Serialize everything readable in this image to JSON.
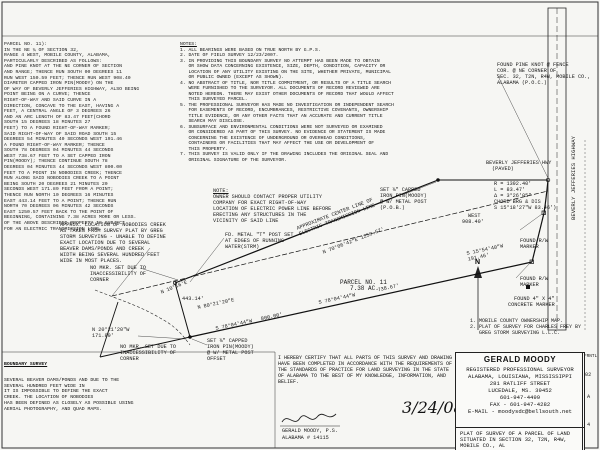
{
  "parcel_desc": {
    "heading": "PARCEL NO. 11):",
    "lines": [
      "IN THE NE ¼ OF SECTION 32,",
      "RANGE 4 WEST, MOBILE COUNTY, ALABAMA,",
      "PARTICULARLY DESCRIBED AS FOLLOWS:",
      "",
      "AND PINE KNOT AT THE NE CORNER OF SECTION",
      "AND RANGE; THENCE RUN SOUTH 00 DEGREES 11",
      "RUN WEST 150.59 FEET; THENCE RUN WEST 908.40",
      "DIAMETER CAPPED IRON PIN(MOODY) ON THE",
      "OF WAY OF BEVERLY JEFFERIES HIGHWAY, ALSO BEING",
      "POINT BEING ON A CURVE; THENCE",
      "RIGHT-OF-WAY AND SAID CURVE IN A",
      "DIRECTION, CONCAVE TO THE EAST, HAVING A",
      "FEET, A CENTRAL ANGLE OF 3 DEGREES 26",
      "AND AN ARC LENGTH OF 83.47 FEET(CHORD",
      "SOUTH 15 DEGREES 18 MINUTES 27",
      "FEET) TO A FOUND RIGHT-OF-WAY MARKER;",
      "SAID RIGHT-OF-WAY OF SAID ROAD SOUTH 15",
      "DEGREES 54 MINUTES 40 SECONDS WEST 191.46",
      "A FOUND RIGHT-OF-WAY MARKER; THENCE",
      "SOUTH 78 DEGREES 04 MINUTES 44 SECONDS",
      "WEST 738.67 FEET TO A SET CAPPED IRON",
      "PIN(MOODY); THENCE CONTINUE SOUTH 78",
      "DEGREES 04 MINUTES 44 SECONDS WEST 800.00",
      "FEET TO A POINT IN NOBODIES CREEK; THENCE",
      "RUN ALONG SAID NOBODIES CREEK TO A POINT",
      "BEING SOUTH 20 DEGREES 21 MINUTES 20",
      "SECONDS WEST 171.89 FEET FROM A POINT;",
      "THENCE RUN NORTH 10 DEGREES 16 MINUTES",
      "EAST 443.14 FEET TO A POINT; THENCE RUN",
      "NORTH 70 DEGREES 06 MINUTES 42 SECONDS",
      "EAST 1250.57 FEET BACK TO THE POINT OF",
      "BEGINNING, CONTAINING 7.38 ACRES MORE OR LESS.",
      "",
      "OF THE ABOVE DESCRIBED PROPERTY IS SUBJECT",
      "FOR AN ELECTRIC TRANSMISSION LINE."
    ]
  },
  "notes": {
    "heading": "NOTES:",
    "items": [
      "1. ALL BEARINGS WERE BASED ON TRUE NORTH BY G.P.S.",
      "2. DATE OF FIELD SURVEY 12/23/2007.",
      "3. IN PROVIDING THIS BOUNDARY SURVEY NO ATTEMPT HAS BEEN MADE TO OBTAIN",
      "   OR SHOW DATA CONCERNING EXISTENCE, SIZE, DEPTH, CONDITION, CAPACITY OR",
      "   LOCATION OF ANY UTILITY EXISTING ON THE SITE, WHETHER PRIVATE, MUNICIPAL",
      "   OR PUBLIC OWNED (EXCEPT AS SHOWN).",
      "4. NO ABSTRACT OF TITLE, NOR TITLE COMMITMENT, OR RESULTS OF A TITLE SEARCH",
      "   WERE FURNISHED TO THE SURVEYOR. ALL DOCUMENTS OF RECORD REVIEWED ARE",
      "   NOTED HEREON. THERE MAY EXIST OTHER DOCUMENTS OF RECORD THAT WOULD AFFECT",
      "   THIS SURVEYED PARCEL.",
      "5. THE PROFESSIONAL SURVEYOR HAS MADE NO INVESTIGATION OR INDEPENDENT SEARCH",
      "   FOR EASEMENTS OF RECORD, ENCUMBRANCES, RESTRICTIVE COVENANTS, OWNERSHIP",
      "   TITLE EVIDENCE, OR ANY OTHER FACTS THAT AN ACCURATE AND CURRENT TITLE",
      "   SEARCH MAY DISCLOSE.",
      "6. SUBSURFACE AND ENVIRONMENTAL CONDITIONS WERE NOT SURVEYED OR EXAMINED",
      "   OR CONSIDERED AS PART OF THIS SURVEY. NO EVIDENCE OR STATEMENT IS MADE",
      "   CONCERNING THE EXISTENCE OF UNDERGROUND OR OVERHEAD CONDITIONS,",
      "   CONTAINERS OR FACILITIES THAT MAY AFFECT THE USE OR DEVELOPMENT OF",
      "   THIS PROPERTY.",
      "7. THIS SURVEY IS VALID ONLY IF THE DRAWING INCLUDES THE ORIGINAL SEAL AND",
      "   ORIGINAL SIGNATURE OF THE SURVEYOR."
    ]
  },
  "references": {
    "items": [
      "1. MOBILE COUNTY OWNERSHIP MAP.",
      "2. PLAT OF SURVEY FOR CHARLES FREY BY",
      "   GREG STORM SURVEYING L.L.C."
    ]
  },
  "drawing_labels": {
    "found_pine_knot": [
      "FOUND PINE KNOT @ FENCE",
      "COR. @ NE CORNER OF",
      "SEC. 32, T2N, R4W, MOBILE CO.,",
      "ALABAMA (P.O.C.)"
    ],
    "road_name": [
      "BEVERLY JEFFERIES HWY",
      "(PAVED)"
    ],
    "curve_data": [
      "R = 1392.40'",
      "L = 83.47'",
      "Δ = 3°26'05\"",
      "CHORD BRG & DIS",
      "S 15°18'27\"W 83.46')"
    ],
    "west_line": [
      "WEST",
      "908.40'"
    ],
    "found_rw_marker_1": [
      "FOUND R/W",
      "MARKER"
    ],
    "found_rw_marker_2": [
      "FOUND R/W",
      "MARKER"
    ],
    "found_concrete": [
      "FOUND 4\" X 4\"",
      "CONCRETE MARKER"
    ],
    "set_pin_pob": [
      "SET ⅜\" CAPPED",
      "IRON PIN(MOODY)",
      "@ W/ METAL POST",
      "(P.O.B.)"
    ],
    "owner_note": [
      "NOTE:",
      "OWNER SHOULD CONTACT PROPER UTILITY",
      "COMPANY FOR EXACT RIGHT-OF-WAY",
      "LOCATION OF ELECTRIC POWER LINE BEFORE",
      "ERECTING ANY STRUCTURES IN THE",
      "VICINITY OF SAID LINE"
    ],
    "approx_center": [
      "APPROXIMATE CENTER LINE OF",
      "ELECTRIC TRANSMISSION LINE"
    ],
    "north_bearing": "N 70°06'42\"E  1250.57'",
    "fd_metal_t": [
      "FD. METAL \"T\" POST SET",
      "AT EDGES OF RUNNING",
      "WATER(STRM)"
    ],
    "parcel_label": [
      "PARCEL NO. 11",
      "7.38 AC."
    ],
    "south_bearing_1": "S 78°04'44\"W",
    "south_bearing_1_dist": "738.67'",
    "s15_line": [
      "S 15°54'40\"W",
      "191.46'"
    ],
    "set_pin_2": [
      "SET ⅜\" CAPPED",
      "IRON PIN(MOODY)",
      "@ W/ METAL POST",
      "OFFSET"
    ],
    "n10_line": "N 10°16'E",
    "n10_dist": "443.14'",
    "s78_line_2": "S 78°04'44\"W",
    "s78_dist_2": "800.00'",
    "n80_line": "N 80°21'20\"E",
    "n20_line": [
      "N 20°21'20\"W",
      "171.89'"
    ],
    "no_mkr_1": [
      "NO MKR. SET DUE TO",
      "INACCESSIBILITY OF",
      "CORNER"
    ],
    "no_mkr_2": [
      "NO MKR. SET DUE TO",
      "INACCESSIBILITY OF",
      "CORNER"
    ],
    "approx_creek": [
      "APPROX. LOCATION OF NOBODIES CREEK",
      "AS TAKEN FROM SURVEY PLAT BY GREG",
      "STORM SURVEYING - UNABLE TO DEFINE",
      "EXACT LOCATION DUE TO SEVERAL",
      "BEAVER DAMS/PONDS AND CREEK",
      "WIDTH BEING SEVERAL HUNDRED FEET",
      "WIDE IN MOST PLACES."
    ],
    "road_side": "BEVERLY JEFFERIES HIGHWAY"
  },
  "left_bottom": {
    "heading": "BOUNDARY SURVEY",
    "lines": [
      "SEVERAL BEAVER DAMS/PONDS AND DUE TO THE",
      "SEVERAL HUNDRED FEET WIDE IN",
      "IT IS IMPOSSIBLE TO DEFINE THE EXACT",
      "CREEK. THE LOCATION OF NOBODIES",
      "HAS BEEN DEFINED AS CLOSELY AS POSSIBLE USING",
      "AERIAL PHOTOGRAPHY, AND QUAD MAPS."
    ]
  },
  "certification": {
    "text": "I HEREBY CERTIFY THAT ALL PARTS OF THIS SURVEY AND DRAWING HAVE BEEN COMPLETED IN ACCORDANCE WITH THE REQUIREMENTS OF THE STANDARDS OF PRACTICE FOR LAND SURVEYING IN THE STATE OF ALABAMA TO THE BEST OF MY KNOWLEDGE, INFORMATION, AND BELIEF.",
    "signer": "GERALD MOODY, P.S.",
    "license": "ALABAMA # 14115",
    "date": "3/24/08"
  },
  "title_block": {
    "name": "GERALD MOODY",
    "line1": "REGISTERED PROFESSIONAL SURVEYOR",
    "line2": "ALABAMA, LOUISIANA, MISSISSIPPI",
    "line3": "281 RATLIFF STREET",
    "line4": "LUCEDALE, MS. 39452",
    "line5": "601-947-4499",
    "line6": "FAX - 601-947-4282",
    "line7": "E-MAIL - moodysdc@bellsouth.net",
    "title": "PLAT OF SURVEY OF A PARCEL OF LAND SITUATED IN SECTION 32, T2N, R4W, MOBILE CO., AL"
  },
  "edge_labels": {
    "right_top": "FRNTL",
    "right_a": "02",
    "right_b": "A",
    "right_c": "4"
  }
}
